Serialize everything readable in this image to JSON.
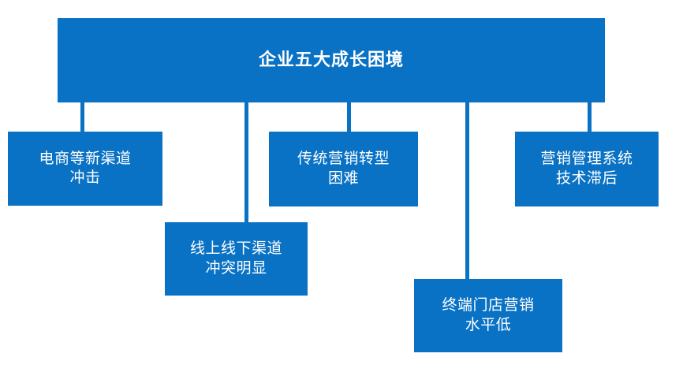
{
  "diagram": {
    "type": "hierarchy-tree",
    "accent_color": "#0a72c4",
    "text_color": "#ffffff",
    "background_color": "#ffffff",
    "root": {
      "label": "企业五大成长困境"
    },
    "children": [
      {
        "label": "电商等新渠道\n冲击"
      },
      {
        "label": "线上线下渠道\n冲突明显"
      },
      {
        "label": "传统营销转型\n困难"
      },
      {
        "label": "终端门店营销\n水平低"
      },
      {
        "label": "营销管理系统\n技术滞后"
      }
    ]
  }
}
